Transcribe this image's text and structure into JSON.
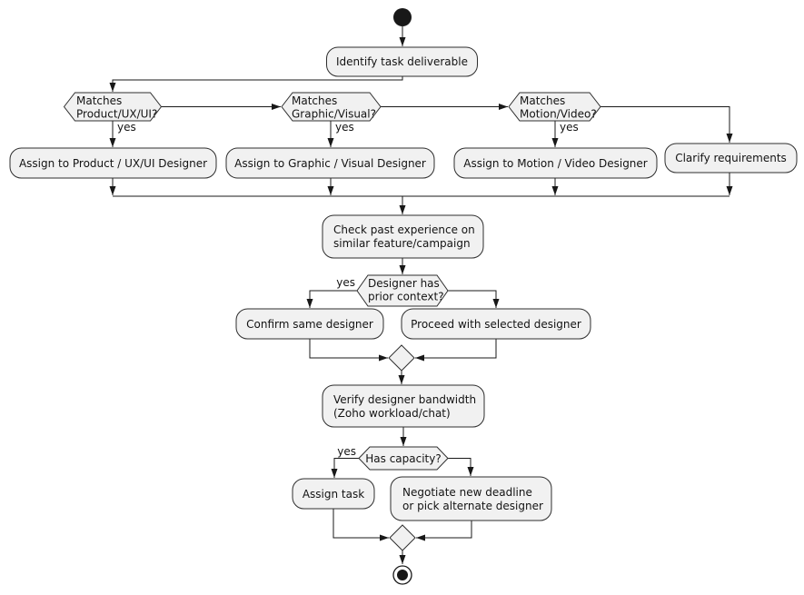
{
  "diagram": {
    "type": "activity-flowchart",
    "colors": {
      "background": "#FFFFFF",
      "node_fill": "#F1F1F1",
      "node_border": "#2E2E2E",
      "edge": "#181818",
      "text": "#131313"
    },
    "nodes": {
      "identify": {
        "label": "Identify task deliverable"
      },
      "decision_product": {
        "line1": "Matches",
        "line2": "Product/UX/UI?",
        "branch_yes": "yes"
      },
      "decision_graphic": {
        "line1": "Matches",
        "line2": "Graphic/Visual?",
        "branch_yes": "yes"
      },
      "decision_motion": {
        "line1": "Matches",
        "line2": "Motion/Video?",
        "branch_yes": "yes"
      },
      "assign_product": {
        "label": "Assign to Product / UX/UI Designer"
      },
      "assign_graphic": {
        "label": "Assign to Graphic / Visual Designer"
      },
      "assign_motion": {
        "label": "Assign to Motion / Video Designer"
      },
      "clarify": {
        "label": "Clarify requirements"
      },
      "check_experience": {
        "line1": "Check past experience on",
        "line2": "similar feature/campaign"
      },
      "decision_context": {
        "line1": "Designer has",
        "line2": "prior context?",
        "branch_yes": "yes"
      },
      "confirm_designer": {
        "label": "Confirm same designer"
      },
      "proceed_designer": {
        "label": "Proceed with selected designer"
      },
      "verify_bandwidth": {
        "line1": "Verify designer bandwidth",
        "line2": "(Zoho workload/chat)"
      },
      "decision_capacity": {
        "label": "Has capacity?",
        "branch_yes": "yes"
      },
      "assign_task": {
        "label": "Assign task"
      },
      "negotiate": {
        "line1": "Negotiate new deadline",
        "line2": "or pick alternate designer"
      }
    }
  }
}
